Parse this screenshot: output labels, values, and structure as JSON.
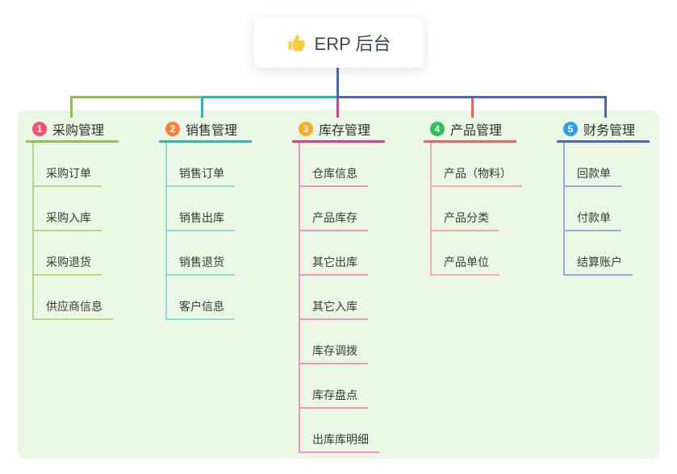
{
  "root": {
    "title": "ERP 后台",
    "icon": "thumbs-up-icon"
  },
  "canvas": {
    "background": "#FFFFFF",
    "panel_color": "#EBF7E5"
  },
  "connector_color": "#4763C6",
  "branches": [
    {
      "num": "1",
      "label": "采购管理",
      "badge_color": "#F4516C",
      "line_color": "#8CC152",
      "child_line_color": "#AFD989",
      "children": [
        "采购订单",
        "采购入库",
        "采购退货",
        "供应商信息"
      ]
    },
    {
      "num": "2",
      "label": "销售管理",
      "badge_color": "#FB7E3B",
      "line_color": "#24BCB2",
      "child_line_color": "#8EDAD4",
      "children": [
        "销售订单",
        "销售出库",
        "销售退货",
        "客户信息"
      ]
    },
    {
      "num": "3",
      "label": "库存管理",
      "badge_color": "#FFAC26",
      "line_color": "#E8368F",
      "child_line_color": "#F295C5",
      "children": [
        "仓库信息",
        "产品库存",
        "其它出库",
        "其它入库",
        "库存调拨",
        "库存盘点",
        "出库库明细"
      ]
    },
    {
      "num": "4",
      "label": "产品管理",
      "badge_color": "#2FBE5A",
      "line_color": "#F25C5C",
      "child_line_color": "#F7A8A8",
      "children": [
        "产品（物料）",
        "产品分类",
        "产品单位"
      ]
    },
    {
      "num": "5",
      "label": "财务管理",
      "badge_color": "#2D9FE8",
      "line_color": "#4763C6",
      "child_line_color": "#97A9DE",
      "children": [
        "回款单",
        "付款单",
        "结算账户"
      ]
    }
  ]
}
